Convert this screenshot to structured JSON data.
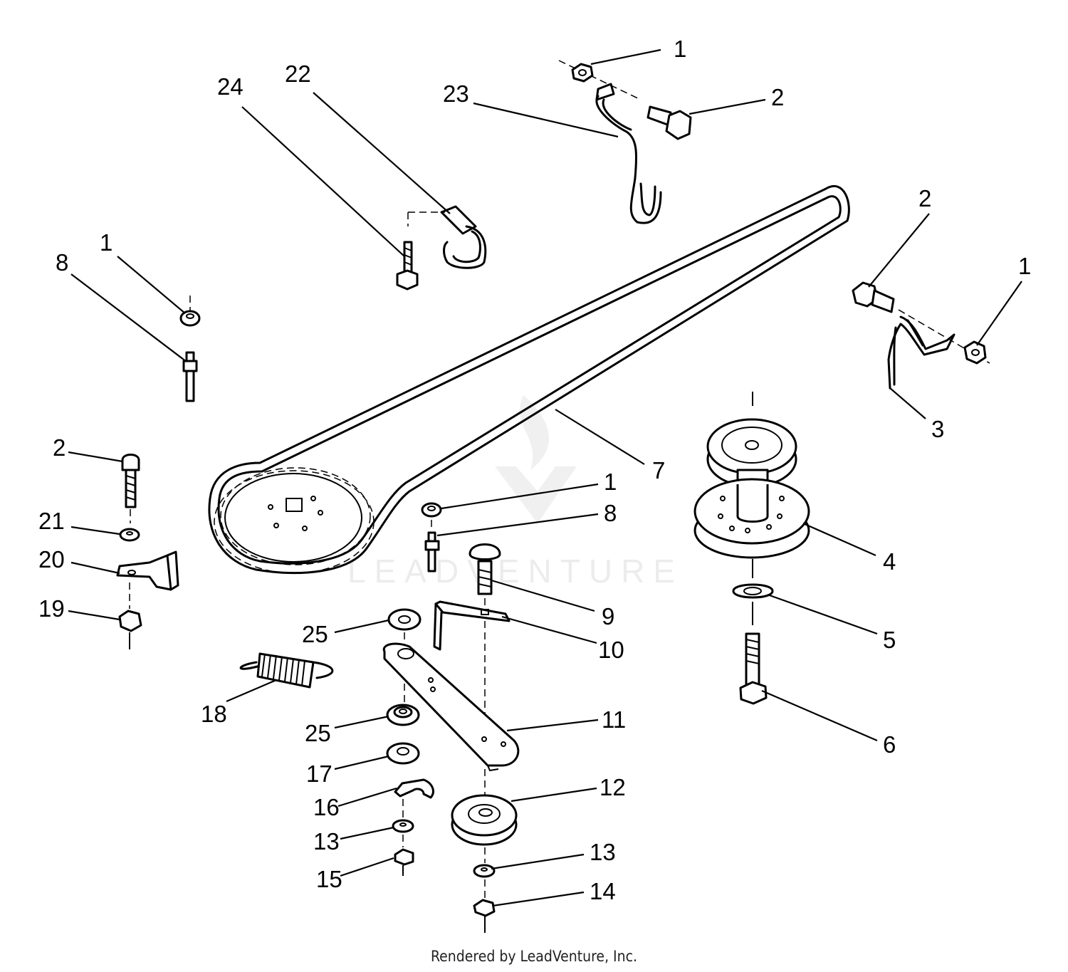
{
  "watermark": "LEADVENTURE",
  "footer": "Rendered by LeadVenture, Inc.",
  "callouts": [
    {
      "id": "c1a",
      "label": "1"
    },
    {
      "id": "c2a",
      "label": "2"
    },
    {
      "id": "c23",
      "label": "23"
    },
    {
      "id": "c22",
      "label": "22"
    },
    {
      "id": "c24",
      "label": "24"
    },
    {
      "id": "c2b",
      "label": "2"
    },
    {
      "id": "c1b",
      "label": "1"
    },
    {
      "id": "c1c",
      "label": "1"
    },
    {
      "id": "c8a",
      "label": "8"
    },
    {
      "id": "c3",
      "label": "3"
    },
    {
      "id": "c7",
      "label": "7"
    },
    {
      "id": "c2c",
      "label": "2"
    },
    {
      "id": "c1d",
      "label": "1"
    },
    {
      "id": "c8b",
      "label": "8"
    },
    {
      "id": "c21",
      "label": "21"
    },
    {
      "id": "c4",
      "label": "4"
    },
    {
      "id": "c20",
      "label": "20"
    },
    {
      "id": "c9",
      "label": "9"
    },
    {
      "id": "c19",
      "label": "19"
    },
    {
      "id": "c5",
      "label": "5"
    },
    {
      "id": "c25a",
      "label": "25"
    },
    {
      "id": "c10",
      "label": "10"
    },
    {
      "id": "c18",
      "label": "18"
    },
    {
      "id": "c11",
      "label": "11"
    },
    {
      "id": "c25b",
      "label": "25"
    },
    {
      "id": "c6",
      "label": "6"
    },
    {
      "id": "c17",
      "label": "17"
    },
    {
      "id": "c12",
      "label": "12"
    },
    {
      "id": "c16",
      "label": "16"
    },
    {
      "id": "c13a",
      "label": "13"
    },
    {
      "id": "c13b",
      "label": "13"
    },
    {
      "id": "c15",
      "label": "15"
    },
    {
      "id": "c14",
      "label": "14"
    }
  ]
}
